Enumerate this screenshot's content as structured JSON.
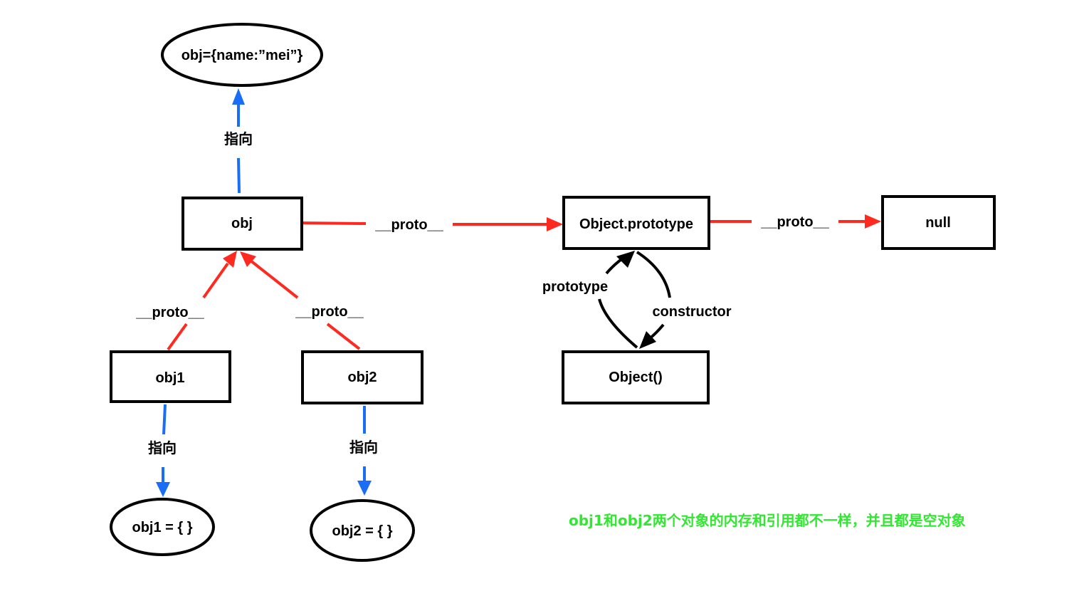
{
  "diagram": {
    "title": "JavaScript prototype chain: obj, obj1, obj2, Object.prototype, Object(), null",
    "colors": {
      "proto_edge": "#ff2a1f",
      "pointer_edge": "#1a6ef5",
      "structural_edge": "#000000",
      "note": "#2fe82f",
      "node_border": "#000000",
      "background": "#ffffff"
    },
    "nodes": {
      "obj_value": {
        "label": "obj={name:”mei”}",
        "shape": "ellipse"
      },
      "obj": {
        "label": "obj",
        "shape": "rect"
      },
      "object_prototype": {
        "label": "Object.prototype",
        "shape": "rect"
      },
      "null": {
        "label": "null",
        "shape": "rect"
      },
      "obj1": {
        "label": "obj1",
        "shape": "rect"
      },
      "obj2": {
        "label": "obj2",
        "shape": "rect"
      },
      "object_ctor": {
        "label": "Object()",
        "shape": "rect"
      },
      "obj1_value": {
        "label": "obj1 = { }",
        "shape": "ellipse"
      },
      "obj2_value": {
        "label": "obj2 = { }",
        "shape": "ellipse"
      }
    },
    "edges": {
      "obj_points_to_value": {
        "from": "obj",
        "to": "obj_value",
        "label": "指向",
        "kind": "pointer"
      },
      "obj_proto": {
        "from": "obj",
        "to": "object_prototype",
        "label": "__proto__",
        "kind": "proto"
      },
      "object_prototype_proto": {
        "from": "object_prototype",
        "to": "null",
        "label": "__proto__",
        "kind": "proto"
      },
      "obj1_proto": {
        "from": "obj1",
        "to": "obj",
        "label": "__proto__",
        "kind": "proto"
      },
      "obj2_proto": {
        "from": "obj2",
        "to": "obj",
        "label": "__proto__",
        "kind": "proto"
      },
      "ctor_prototype": {
        "from": "object_ctor",
        "to": "object_prototype",
        "label": "prototype",
        "kind": "structural"
      },
      "prototype_constructor": {
        "from": "object_prototype",
        "to": "object_ctor",
        "label": "constructor",
        "kind": "structural"
      },
      "obj1_points_to_value": {
        "from": "obj1",
        "to": "obj1_value",
        "label": "指向",
        "kind": "pointer"
      },
      "obj2_points_to_value": {
        "from": "obj2",
        "to": "obj2_value",
        "label": "指向",
        "kind": "pointer"
      }
    },
    "note": "obj1和obj2两个对象的内存和引用都不一样，并且都是空对象"
  }
}
